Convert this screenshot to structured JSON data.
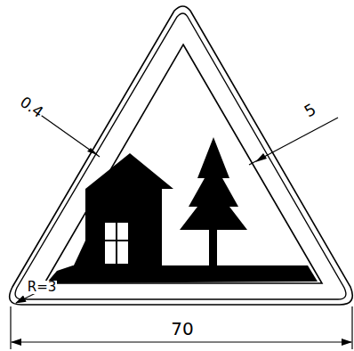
{
  "diagram": {
    "labels": [
      "0.4",
      "5",
      "R=3",
      "70"
    ]
  }
}
